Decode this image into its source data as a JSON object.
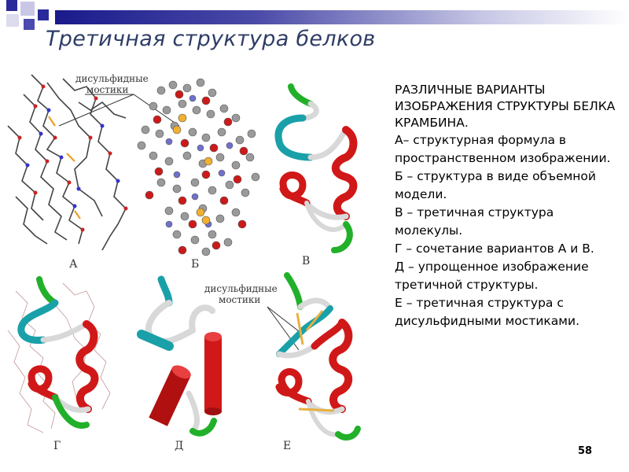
{
  "slide": {
    "title": "Третичная структура белков",
    "page_number": "58"
  },
  "figure": {
    "panel_labels": [
      "А",
      "Б",
      "В",
      "Г",
      "Д",
      "Е"
    ],
    "callout_top": [
      "дисульфидные",
      "мостики"
    ],
    "callout_bottom": [
      "дисульфидные",
      "мостики"
    ]
  },
  "description": {
    "heading": "РАЗЛИЧНЫЕ ВАРИАНТЫ ИЗОБРАЖЕНИЯ СТРУКТУРЫ БЕЛКА КРАМБИНА.",
    "items": [
      "А– структурная формула в пространственном изображении.",
      "Б – структура в виде объемной модели.",
      "В – третичная структура молекулы.",
      "Г – сочетание вариантов А и В.",
      "Д – упрощенное изображение третичной структуры.",
      "Е – третичная структура с дисульфидными мостиками."
    ]
  },
  "colors": {
    "helix": "#d01818",
    "strand": "#1aa0a8",
    "turn": "#22b02a",
    "coil": "#d8d8d8",
    "title": "#2e3d66",
    "bar": "#1a1a8c"
  }
}
